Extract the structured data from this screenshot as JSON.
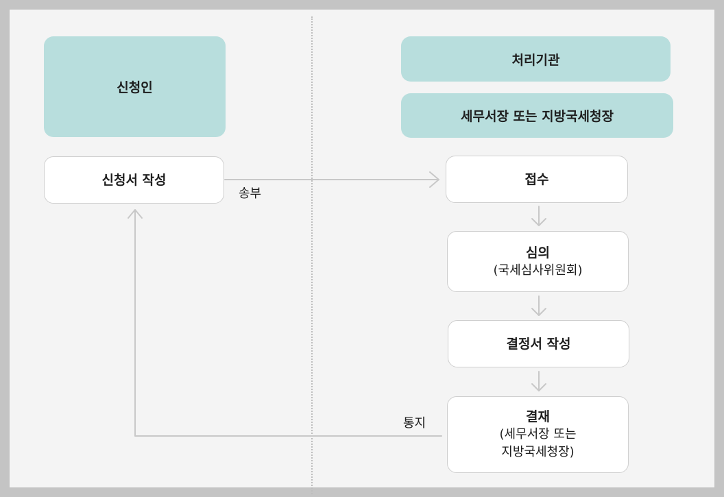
{
  "colors": {
    "teal_header": "#b8dedd",
    "node_fill": "#ffffff",
    "node_border": "#cfcfcf",
    "arrow": "#c8c8c8",
    "outer_frame": "#c4c4c4",
    "panel": "#f4f4f4"
  },
  "left": {
    "header": "신청인",
    "node": "신청서 작성"
  },
  "right": {
    "header": "처리기관",
    "subheader": "세무서장 또는 지방국세청장",
    "steps": [
      {
        "title": "접수"
      },
      {
        "title": "심의",
        "note": "(국세심사위원회)"
      },
      {
        "title": "결정서 작성"
      },
      {
        "title": "결재",
        "note_line1": "(세무서장 또는",
        "note_line2": "지방국세청장)"
      }
    ]
  },
  "edges": {
    "send": "송부",
    "notify": "통지"
  }
}
